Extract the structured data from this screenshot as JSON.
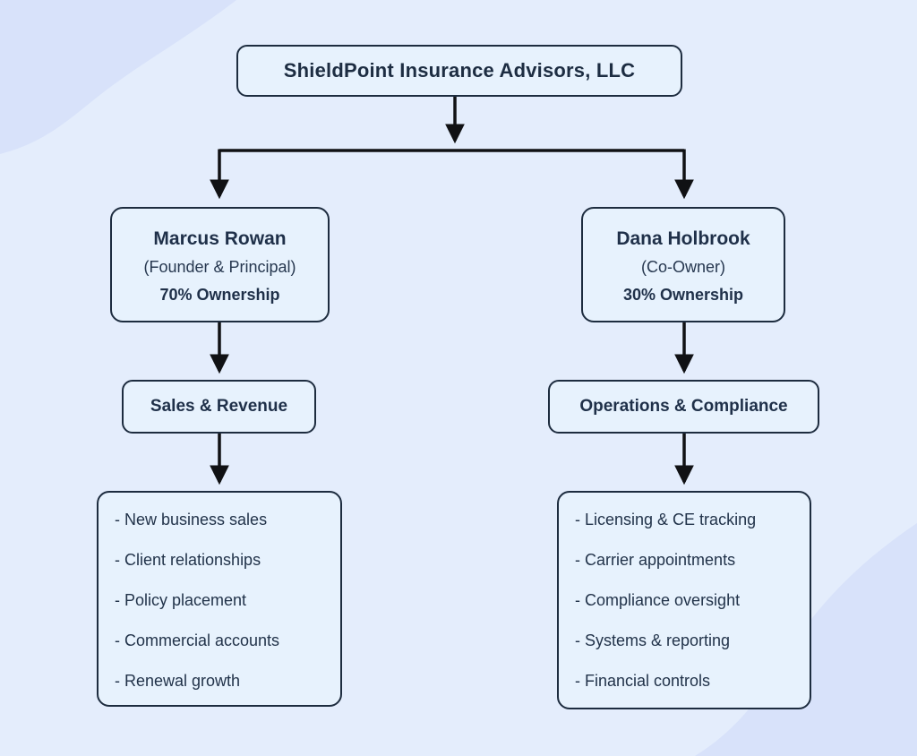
{
  "company": {
    "name": "ShieldPoint Insurance Advisors, LLC"
  },
  "owners": [
    {
      "name": "Marcus Rowan",
      "role": "(Founder & Principal)",
      "ownership": "70% Ownership",
      "department": "Sales & Revenue",
      "responsibilities": [
        "- New business sales",
        "- Client relationships",
        "- Policy placement",
        "- Commercial accounts",
        "- Renewal growth"
      ]
    },
    {
      "name": "Dana Holbrook",
      "role": "(Co-Owner)",
      "ownership": "30% Ownership",
      "department": "Operations & Compliance",
      "responsibilities": [
        "- Licensing & CE tracking",
        "- Carrier appointments",
        "- Compliance oversight",
        "- Systems & reporting",
        "- Financial controls"
      ]
    }
  ],
  "colors": {
    "page_background": "#e4edfc",
    "corner_blob": "#d8e2fa",
    "box_fill": "#e7f2fd",
    "box_border": "#1d2c3f",
    "text": "#22334a",
    "connector": "#101114"
  }
}
